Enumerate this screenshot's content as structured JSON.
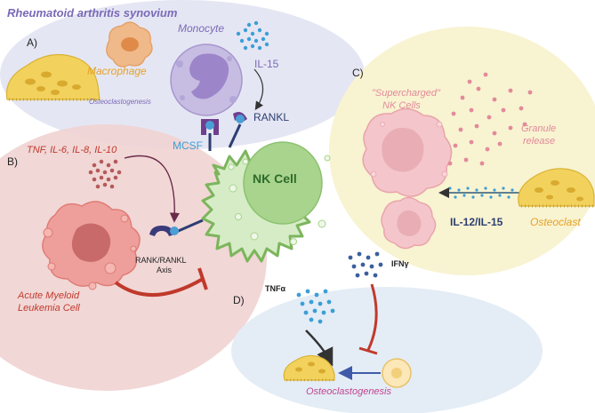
{
  "title": "Rheumatoid arthritis synovium",
  "panels": {
    "a": {
      "letter": "A)",
      "macrophage": "Macrophage",
      "monocyte": "Monocyte",
      "osteoclastogenesis": "Osteoclastogenesis",
      "il15": "IL-15",
      "rankl": "RANKL",
      "mcsf": "MCSF"
    },
    "b": {
      "letter": "B)",
      "cytokines": "TNF, IL-6, IL-8, IL-10",
      "rank_axis_line1": "RANK/RANKL",
      "rank_axis_line2": "Axis",
      "aml_line1": "Acute Myeloid",
      "aml_line2": "Leukemia Cell"
    },
    "c": {
      "letter": "C)",
      "supercharged_line1": "\"Supercharged\"",
      "supercharged_line2": "NK Cells",
      "granule_line1": "Granule",
      "granule_line2": "release",
      "il12": "IL-12/IL-15",
      "osteoclast": "Osteoclast"
    },
    "d": {
      "letter": "D)",
      "tnfa": "TNFα",
      "ifng": "IFNγ",
      "osteoclastogenesis": "Osteoclastogenesis"
    }
  },
  "nk_cell": "NK Cell",
  "colors": {
    "ra_zone": "#e5e6f3",
    "aml_zone": "#efd3d1",
    "c_zone": "#f8f3d1",
    "d_zone": "#e4edf6",
    "nk_body": "#d6ecc6",
    "nk_outline": "#7cb55c",
    "nk_nucleus": "#a8d48e",
    "monocyte": "#c7bde2",
    "osteoclast": "#f2d25d",
    "aml_cell": "#ee9f9b",
    "inhibit": "#c0392b",
    "arrow_blue": "#3f5aa8",
    "label_purple": "#7a6ab8",
    "label_orange": "#e5a227",
    "label_red": "#c0392b",
    "label_pink": "#c0448f"
  }
}
